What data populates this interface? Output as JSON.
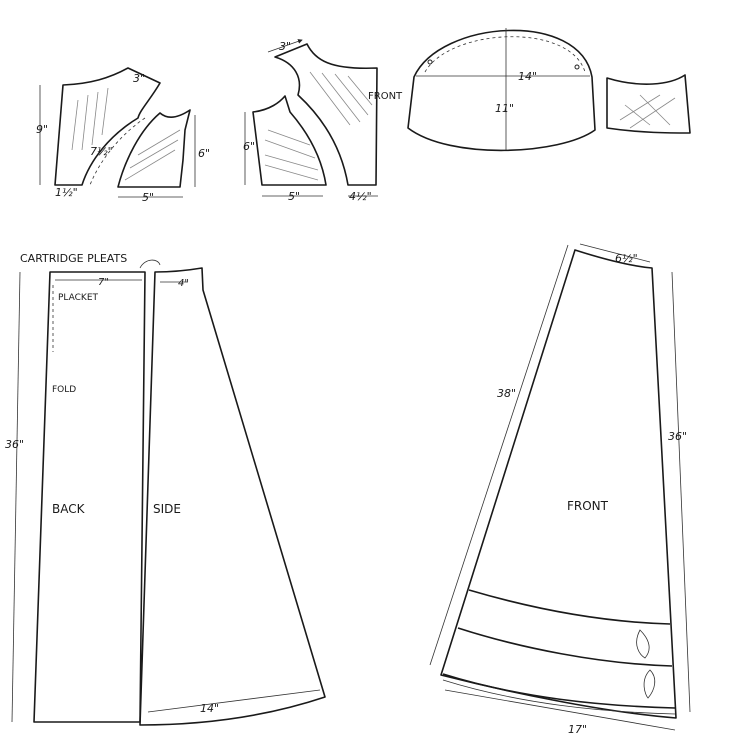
{
  "diagram": {
    "type": "sewing-pattern",
    "bodice_pieces": {
      "back_bodice": {
        "height": "9\"",
        "armhole": "7½\"",
        "shoulder": "3\"",
        "waist": "1½\""
      },
      "side_back": {
        "height": "6\"",
        "width": "5\""
      },
      "side_front": {
        "height": "6\"",
        "width": "5\""
      },
      "front_bodice": {
        "label": "FRONT",
        "shoulder": "3\"",
        "waist": "4½\""
      },
      "sleeve": {
        "width": "14\"",
        "height": "11\""
      },
      "cuff": {}
    },
    "skirt_pieces": {
      "back": {
        "label": "BACK",
        "length": "36\"",
        "waist": "7\"",
        "notes": [
          "CARTRIDGE PLEATS",
          "PLACKET",
          "FOLD"
        ]
      },
      "side": {
        "label": "SIDE",
        "waist": "4\"",
        "hem": "14\""
      },
      "front": {
        "label": "FRONT",
        "waist": "6½\"",
        "left_length": "38\"",
        "right_length": "36\"",
        "hem": "17\""
      }
    }
  }
}
